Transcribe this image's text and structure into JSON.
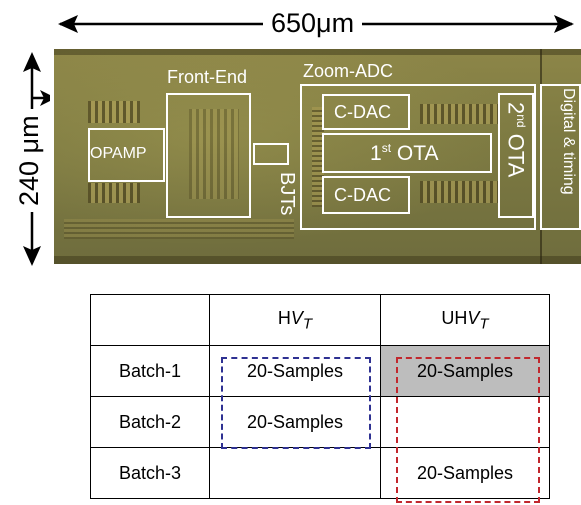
{
  "dimensions": {
    "width_label": "650μm",
    "height_label": "240 μm"
  },
  "chip": {
    "blocks": {
      "opamp": "OPAMP",
      "front_end": "Front-End",
      "zoom_adc": "Zoom-ADC",
      "bjts": "BJTs",
      "cdac_top": "C-DAC",
      "cdac_bottom": "C-DAC",
      "ota1_num": "1",
      "ota1_sup": "st",
      "ota1_text": " OTA",
      "ota2_num": "2",
      "ota2_sup": "nd",
      "ota2_text": " OTA",
      "digital": "Digital & timing"
    }
  },
  "table": {
    "headers": [
      {
        "prefix": "",
        "italic": "",
        "sub": ""
      },
      {
        "prefix": "H",
        "italic": "V",
        "sub": "T"
      },
      {
        "prefix": "UH",
        "italic": "V",
        "sub": "T"
      }
    ],
    "rows": [
      {
        "batch": "Batch-1",
        "hvt": "20-Samples",
        "uhvt": "20-Samples"
      },
      {
        "batch": "Batch-2",
        "hvt": "20-Samples",
        "uhvt": ""
      },
      {
        "batch": "Batch-3",
        "hvt": "",
        "uhvt": "20-Samples"
      }
    ]
  },
  "colors": {
    "hvt_group_border": "#2e3192",
    "uhvt_group_border": "#c1272d",
    "highlight_cell": "#bdbdbd"
  }
}
